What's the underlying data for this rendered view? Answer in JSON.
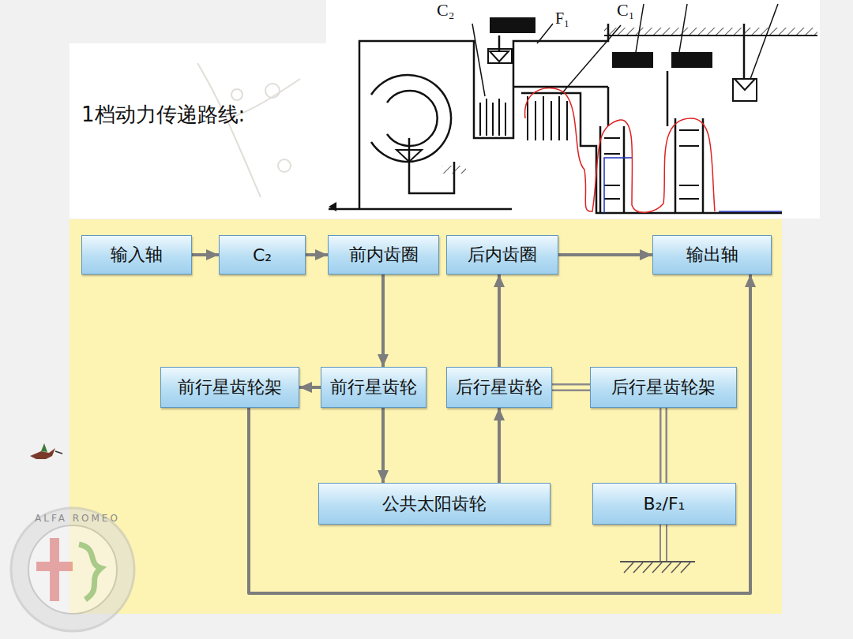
{
  "diagram": {
    "nodes": [
      {
        "text": [
          "输入轴"
        ]
      },
      {
        "text": [
          "C₂"
        ]
      },
      {
        "text": [
          "前内齿圈"
        ]
      },
      {
        "text": [
          "后内齿圈"
        ]
      },
      {
        "text": [
          "输出轴"
        ]
      },
      {
        "text": [
          "前行星齿轮架"
        ]
      },
      {
        "text": [
          "前行星齿轮"
        ]
      },
      {
        "text": [
          "后行星齿轮"
        ]
      },
      {
        "text": [
          "后行星齿轮架"
        ]
      },
      {
        "text": [
          "公共太阳齿轮"
        ]
      },
      {
        "text": [
          "B₂/F₁"
        ]
      }
    ],
    "edges": [
      {
        "from": 0,
        "to": 1,
        "arrow": "to"
      },
      {
        "from": 1,
        "to": 2,
        "arrow": "to"
      },
      {
        "from": 2,
        "to": 6,
        "arrow": "to"
      },
      {
        "from": 3,
        "to": 4,
        "arrow": "to"
      },
      {
        "from": 6,
        "to": 5,
        "arrow": "to"
      },
      {
        "from": 6,
        "to": 9,
        "arrow": "to"
      },
      {
        "from": 9,
        "to": 7,
        "arrow": "to"
      },
      {
        "from": 7,
        "to": 3,
        "arrow": "to"
      },
      {
        "from": 7,
        "to": 8,
        "arrow": "none"
      },
      {
        "from": 8,
        "to": 10,
        "arrow": "none"
      },
      {
        "from": 5,
        "to": 4,
        "arrow": "to"
      }
    ],
    "labels": [
      "1档动力传递路线:",
      "C₂",
      "F₁",
      "C₁",
      "ALFA ROMEO"
    ]
  }
}
